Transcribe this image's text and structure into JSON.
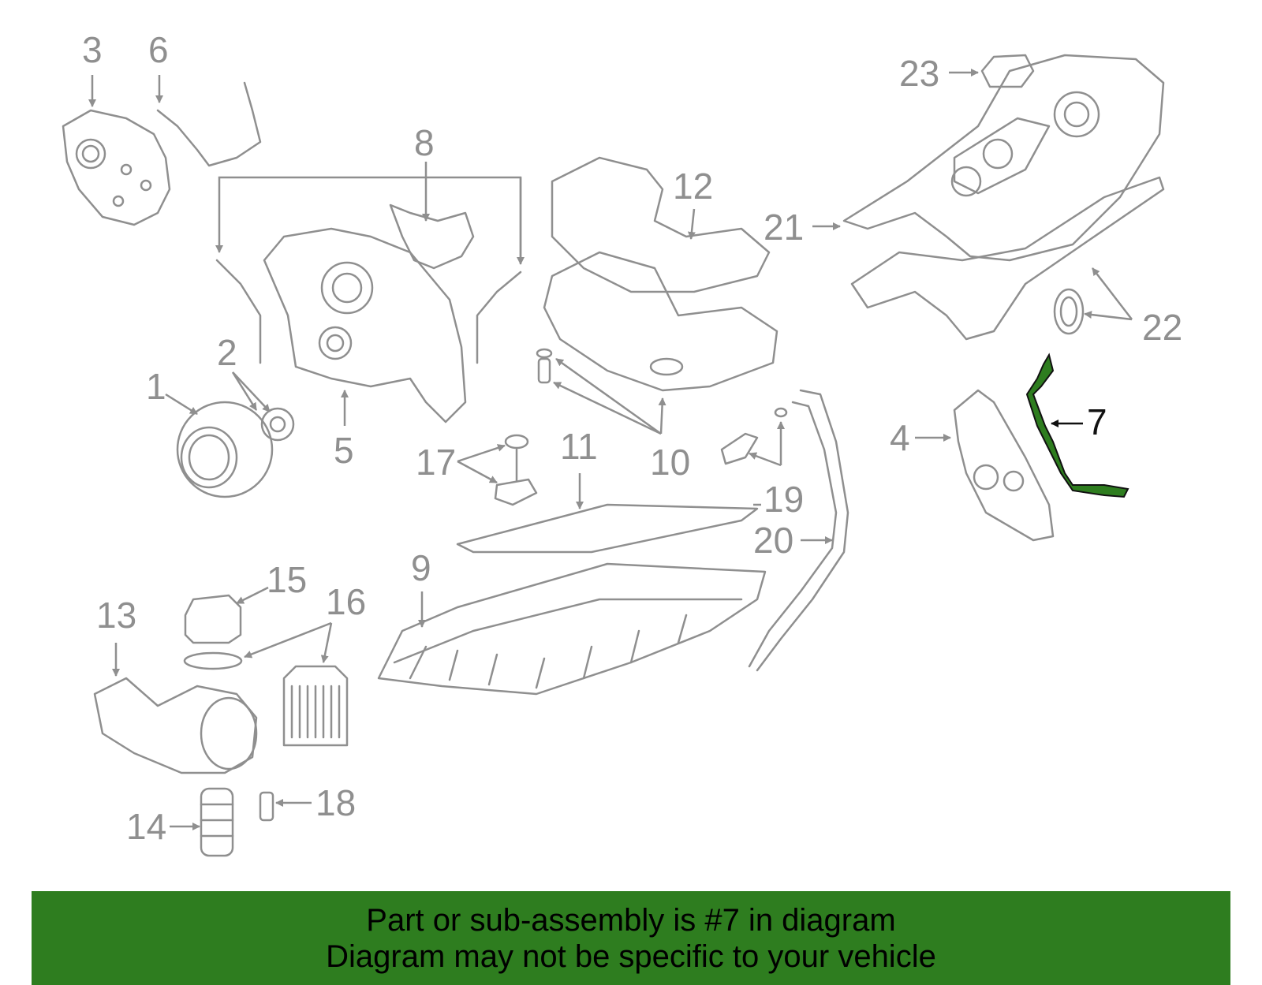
{
  "callouts": {
    "c1": "1",
    "c2": "2",
    "c3": "3",
    "c4": "4",
    "c5": "5",
    "c6": "6",
    "c7": "7",
    "c8": "8",
    "c9": "9",
    "c10": "10",
    "c11": "11",
    "c12": "12",
    "c13": "13",
    "c14": "14",
    "c15": "15",
    "c16": "16",
    "c17": "17",
    "c18": "18",
    "c19": "19",
    "c20": "20",
    "c21": "21",
    "c22": "22",
    "c23": "23"
  },
  "highlighted_part": "7",
  "colors": {
    "line": "#8f8f8f",
    "highlight_fill": "#2e7d1f",
    "banner": "#2e7d1f",
    "text": "#111111"
  },
  "banner": {
    "line1": "Part or sub-assembly is #7 in diagram",
    "line2": "Diagram may not be specific to your vehicle"
  }
}
